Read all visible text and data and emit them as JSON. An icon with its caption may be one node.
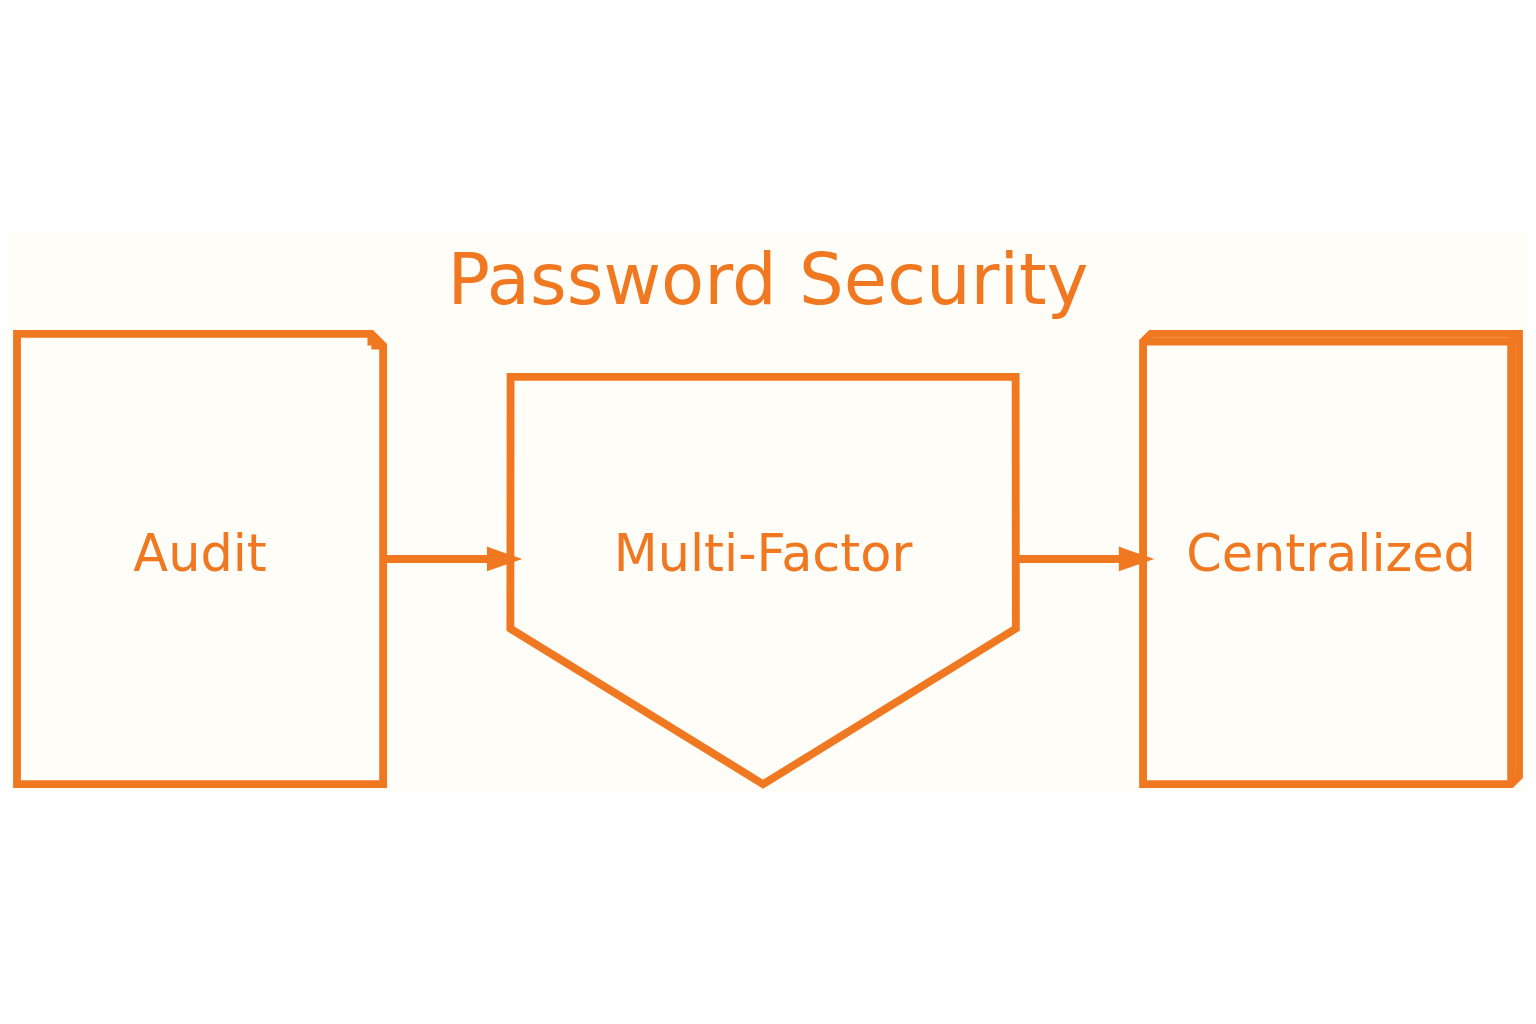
{
  "diagram": {
    "title": "Password Security",
    "nodes": [
      {
        "text": [
          "Audit"
        ]
      },
      {
        "text": [
          "Multi-Factor"
        ]
      },
      {
        "text": [
          "Centralized"
        ]
      }
    ],
    "edges": [
      {
        "from": 0,
        "to": 1,
        "arrow": "to"
      },
      {
        "from": 1,
        "to": 2,
        "arrow": "to"
      }
    ]
  }
}
